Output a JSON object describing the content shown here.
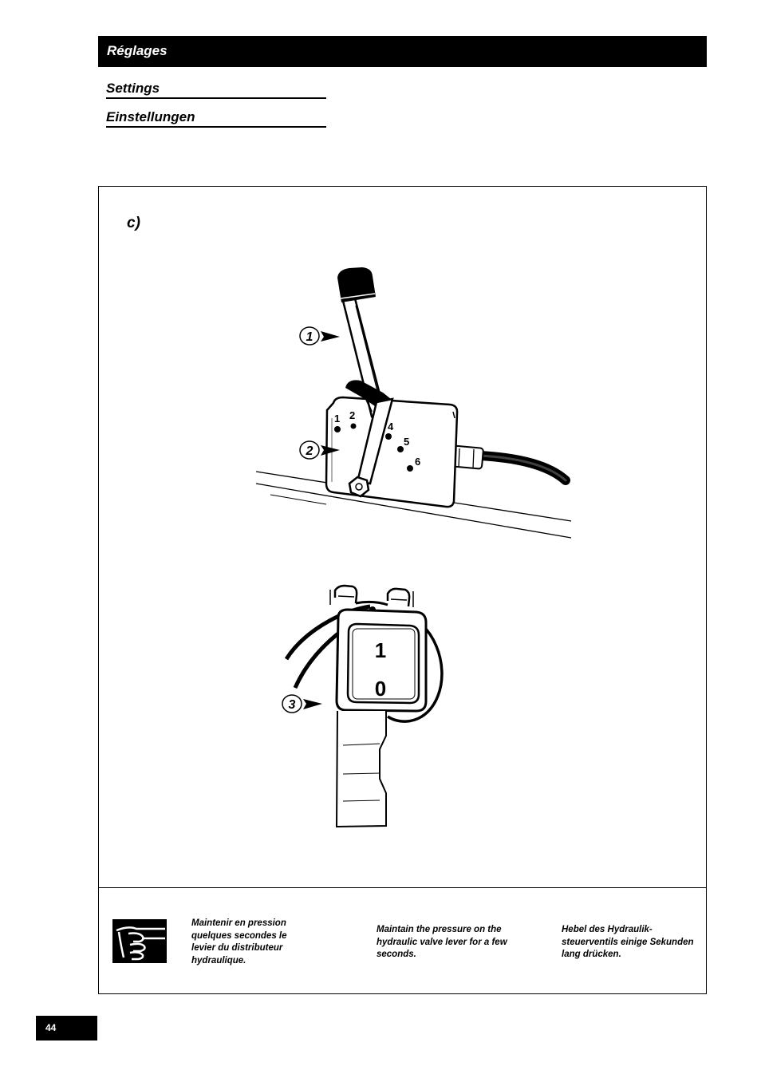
{
  "header": {
    "title": "Réglages"
  },
  "subtitles": [
    "Settings",
    "Einstellungen"
  ],
  "panel": {
    "label": "c)"
  },
  "callouts": [
    "1",
    "2",
    "3"
  ],
  "valve_positions": [
    "1",
    "2",
    "4",
    "5",
    "6"
  ],
  "switch_labels": {
    "on": "1",
    "off": "0"
  },
  "notes": {
    "icon": "pressure-hand-icon",
    "fr": "Maintenir en pression quelques secondes le levier du distributeur hydraulique.",
    "en": "Maintain the pressure on the hydraulic valve lever for a few seconds.",
    "de": "Hebel des Hydraulik-steuerventils einige Sekunden lang drücken."
  },
  "page_number": "44"
}
